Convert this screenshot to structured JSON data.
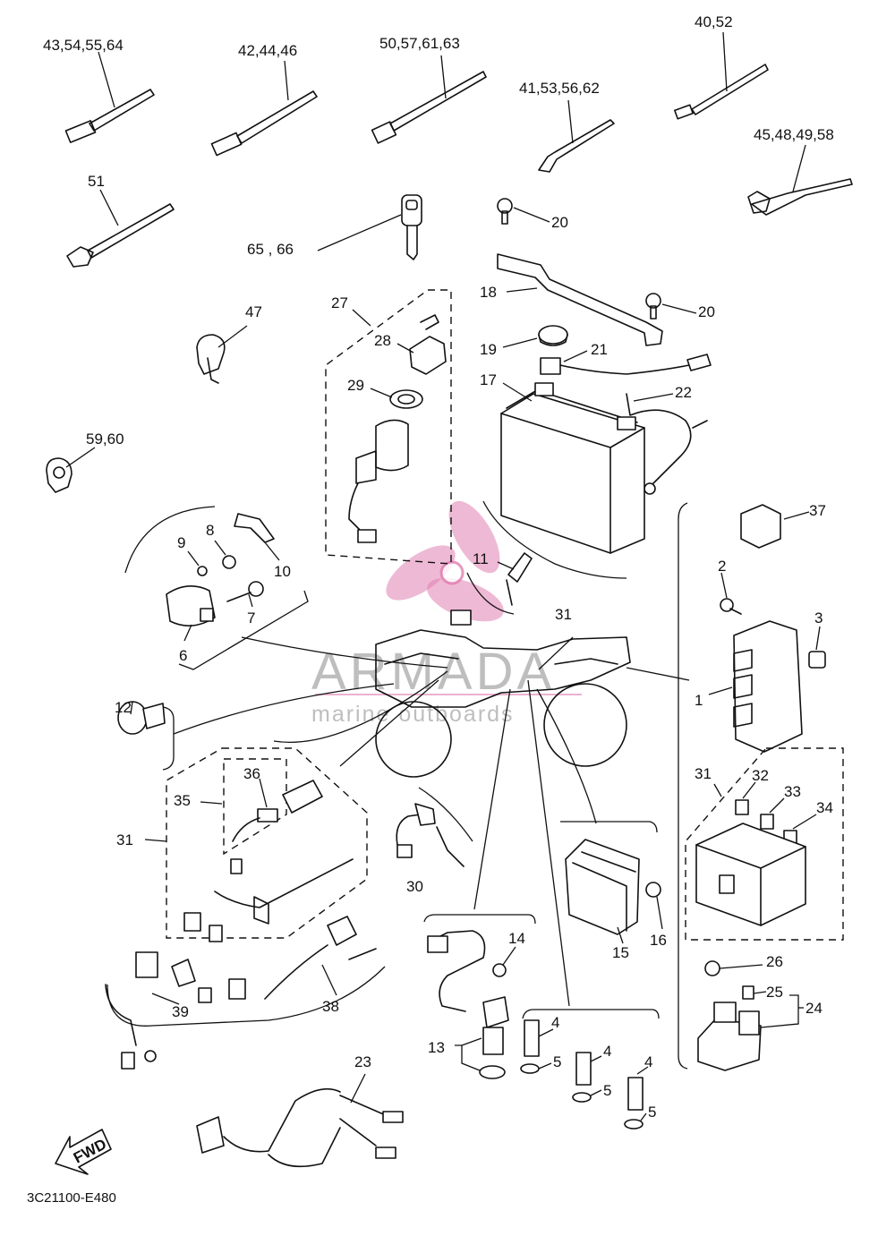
{
  "diagram_code": "3C21100-E480",
  "watermark": {
    "brand": "ARMADA",
    "tagline": "marine outboards",
    "color": "#e07fb0"
  },
  "fwd_label": "FWD",
  "callouts": [
    {
      "id": "c1",
      "text": "43,54,55,64"
    },
    {
      "id": "c2",
      "text": "42,44,46"
    },
    {
      "id": "c3",
      "text": "50,57,61,63"
    },
    {
      "id": "c4",
      "text": "40,52"
    },
    {
      "id": "c5",
      "text": "41,53,56,62"
    },
    {
      "id": "c6",
      "text": "45,48,49,58"
    },
    {
      "id": "c7",
      "text": "51"
    },
    {
      "id": "c8",
      "text": "65 , 66"
    },
    {
      "id": "c9",
      "text": "20"
    },
    {
      "id": "c10",
      "text": "20"
    },
    {
      "id": "c11",
      "text": "18"
    },
    {
      "id": "c12",
      "text": "47"
    },
    {
      "id": "c13",
      "text": "27"
    },
    {
      "id": "c14",
      "text": "28"
    },
    {
      "id": "c15",
      "text": "29"
    },
    {
      "id": "c16",
      "text": "19"
    },
    {
      "id": "c17",
      "text": "21"
    },
    {
      "id": "c18",
      "text": "17"
    },
    {
      "id": "c19",
      "text": "22"
    },
    {
      "id": "c20",
      "text": "59,60"
    },
    {
      "id": "c21",
      "text": "37"
    },
    {
      "id": "c22",
      "text": "9"
    },
    {
      "id": "c23",
      "text": "8"
    },
    {
      "id": "c24",
      "text": "10"
    },
    {
      "id": "c25",
      "text": "11"
    },
    {
      "id": "c26",
      "text": "2"
    },
    {
      "id": "c27",
      "text": "3"
    },
    {
      "id": "c28",
      "text": "7"
    },
    {
      "id": "c29",
      "text": "6"
    },
    {
      "id": "c30",
      "text": "31"
    },
    {
      "id": "c31",
      "text": "1"
    },
    {
      "id": "c32",
      "text": "12"
    },
    {
      "id": "c33",
      "text": "36"
    },
    {
      "id": "c34",
      "text": "35"
    },
    {
      "id": "c35",
      "text": "31"
    },
    {
      "id": "c36",
      "text": "31"
    },
    {
      "id": "c37",
      "text": "32"
    },
    {
      "id": "c38",
      "text": "33"
    },
    {
      "id": "c39",
      "text": "34"
    },
    {
      "id": "c40",
      "text": "30"
    },
    {
      "id": "c41",
      "text": "15"
    },
    {
      "id": "c42",
      "text": "16"
    },
    {
      "id": "c43",
      "text": "14"
    },
    {
      "id": "c44",
      "text": "26"
    },
    {
      "id": "c45",
      "text": "25"
    },
    {
      "id": "c46",
      "text": "24"
    },
    {
      "id": "c47",
      "text": "39"
    },
    {
      "id": "c48",
      "text": "38"
    },
    {
      "id": "c49",
      "text": "4"
    },
    {
      "id": "c50",
      "text": "4"
    },
    {
      "id": "c51",
      "text": "4"
    },
    {
      "id": "c52",
      "text": "13"
    },
    {
      "id": "c53",
      "text": "5"
    },
    {
      "id": "c54",
      "text": "5"
    },
    {
      "id": "c55",
      "text": "5"
    },
    {
      "id": "c56",
      "text": "23"
    }
  ]
}
